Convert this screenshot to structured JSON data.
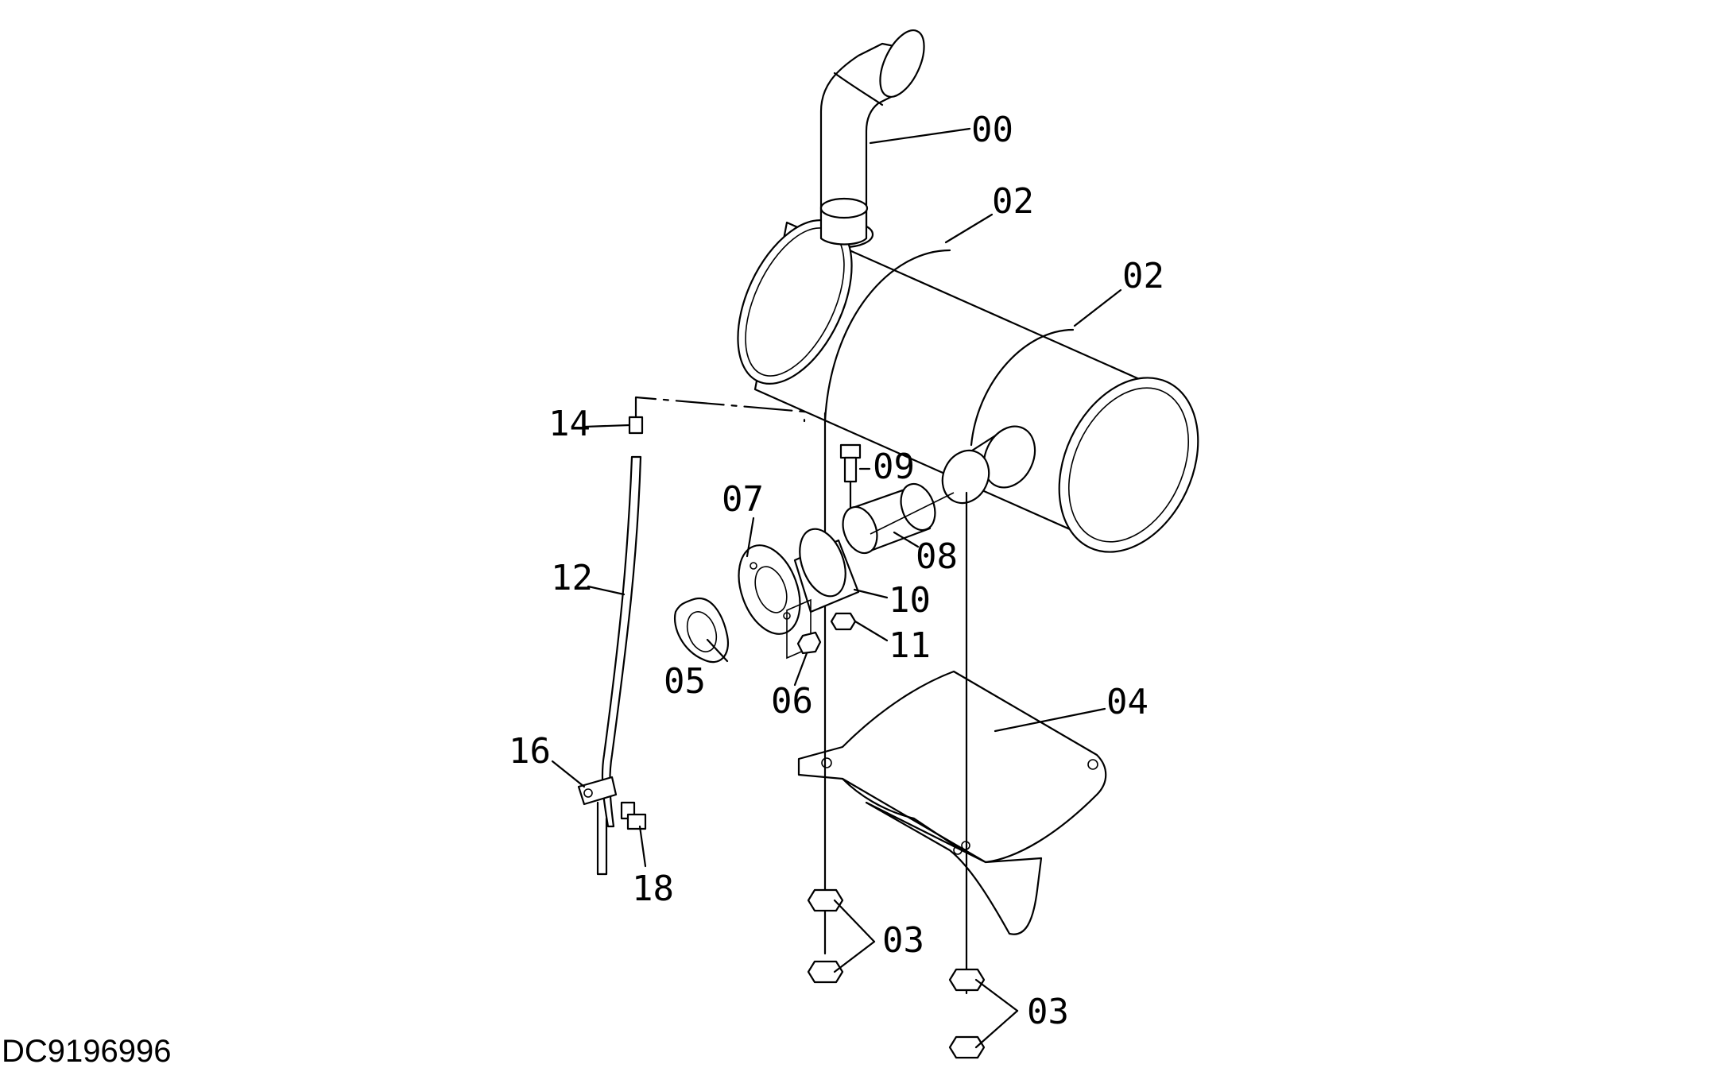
{
  "document_id": "DC9196996",
  "labels": {
    "00": "00",
    "02a": "02",
    "02b": "02",
    "03a": "03",
    "03b": "03",
    "04": "04",
    "05": "05",
    "06": "06",
    "07": "07",
    "08": "08",
    "09": "09",
    "10": "10",
    "11": "11",
    "12": "12",
    "14": "14",
    "16": "16",
    "18": "18"
  }
}
